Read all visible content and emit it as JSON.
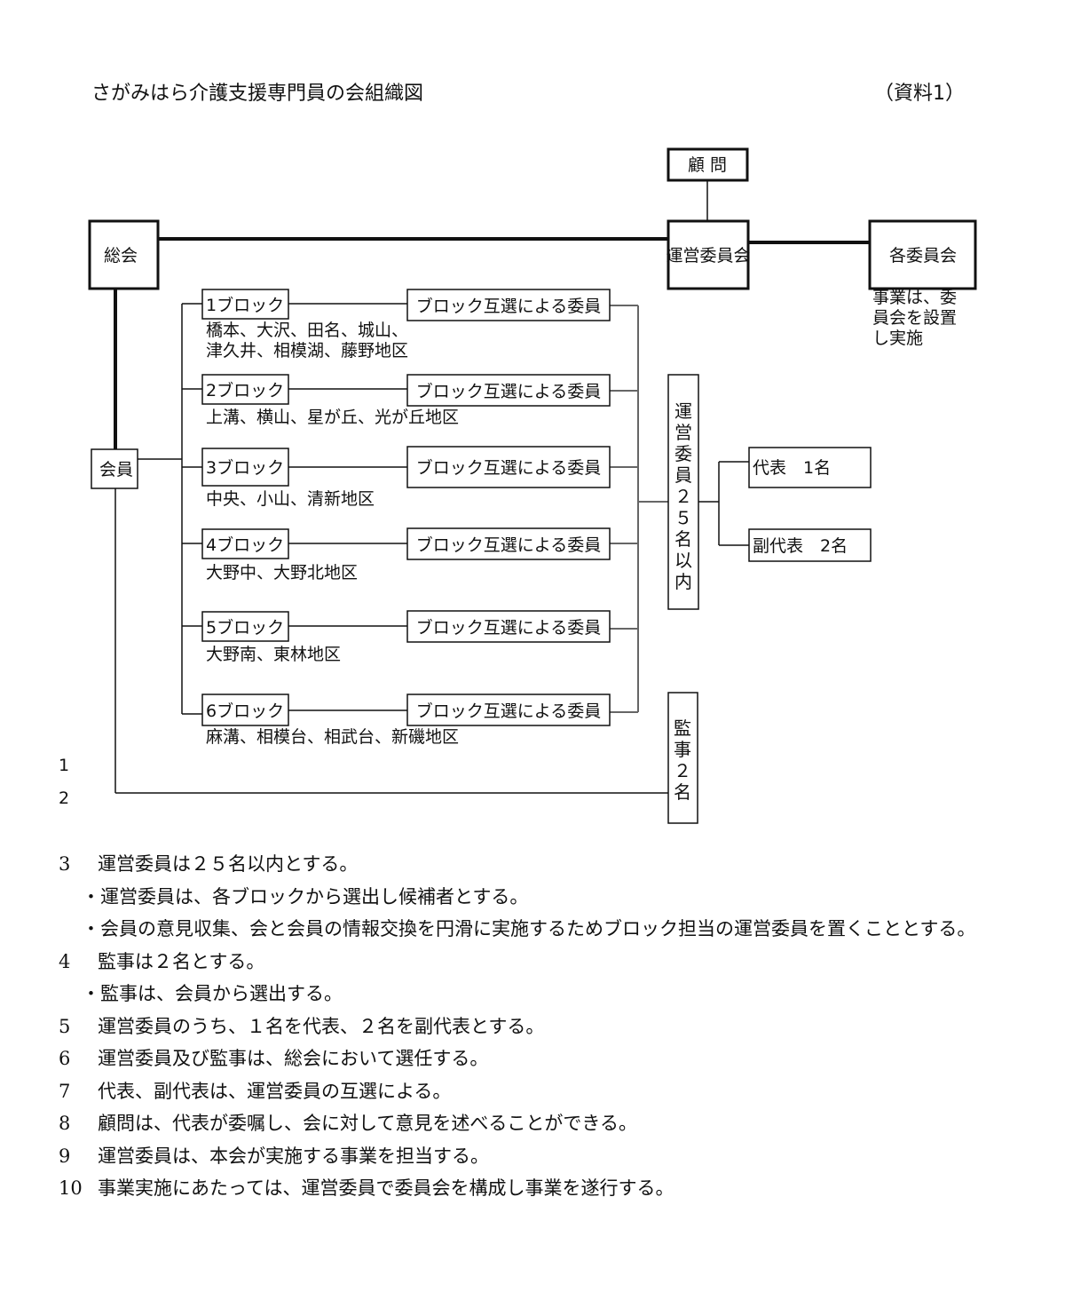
{
  "header": {
    "title": "さがみはら介護支援専門員の会組織図",
    "doc_ref": "（資料1）"
  },
  "org": {
    "advisor": "顧 問",
    "general_meeting": "総会",
    "steering_committee": "運営委員会",
    "committees": "各委員会",
    "committees_note": [
      "事業は、委",
      "員会を設置",
      "し実施"
    ],
    "members": "会員",
    "steering_members": [
      "運",
      "営",
      "委",
      "員",
      "２",
      "５",
      "名",
      "以",
      "内"
    ],
    "auditors": [
      "監",
      "事",
      "２",
      "名"
    ],
    "representative": "代表　1名",
    "vice_representative": "副代表　2名",
    "margin_marks": [
      "1",
      "2"
    ],
    "blocks": [
      {
        "name": "1ブロック",
        "elected": "ブロック互選による委員",
        "districts": [
          "橋本、大沢、田名、城山、",
          "津久井、相模湖、藤野地区"
        ]
      },
      {
        "name": "2ブロック",
        "elected": "ブロック互選による委員",
        "districts": [
          "上溝、横山、星が丘、光が丘地区"
        ]
      },
      {
        "name": "3ブロック",
        "elected": "ブロック互選による委員",
        "districts": [
          "中央、小山、清新地区"
        ]
      },
      {
        "name": "4ブロック",
        "elected": "ブロック互選による委員",
        "districts": [
          "大野中、大野北地区"
        ]
      },
      {
        "name": "5ブロック",
        "elected": "ブロック互選による委員",
        "districts": [
          "大野南、東林地区"
        ]
      },
      {
        "name": "6ブロック",
        "elected": "ブロック互選による委員",
        "districts": [
          "麻溝、相模台、相武台、新磯地区"
        ]
      }
    ]
  },
  "rules": [
    {
      "num": "3",
      "text": "運営委員は２５名以内とする。"
    },
    {
      "bullet": "・",
      "text": "運営委員は、各ブロックから選出し候補者とする。"
    },
    {
      "bullet": "・",
      "text": "会員の意見収集、会と会員の情報交換を円滑に実施するためブロック担当の運営委員を置くこととする。"
    },
    {
      "num": "4",
      "text": "監事は２名とする。"
    },
    {
      "bullet": "・",
      "text": "監事は、会員から選出する。"
    },
    {
      "num": "5",
      "text": "運営委員のうち、１名を代表、２名を副代表とする。"
    },
    {
      "num": "6",
      "text": "運営委員及び監事は、総会において選任する。"
    },
    {
      "num": "7",
      "text": "代表、副代表は、運営委員の互選による。"
    },
    {
      "num": "8",
      "text": "顧問は、代表が委嘱し、会に対して意見を述べることができる。"
    },
    {
      "num": "9",
      "text": "運営委員は、本会が実施する事業を担当する。"
    },
    {
      "num": "10",
      "text": "事業実施にあたっては、運営委員で委員会を構成し事業を遂行する。"
    }
  ]
}
